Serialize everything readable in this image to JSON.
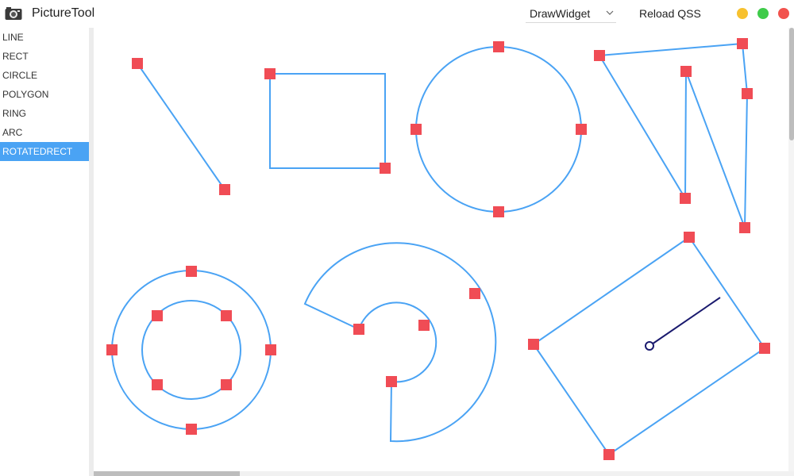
{
  "window": {
    "title": "PictureTool",
    "icon": "camera-icon",
    "controls": {
      "minimize_color": "#f7c12f",
      "maximize_color": "#3fcb4a",
      "close_color": "#f2524d"
    }
  },
  "toolbar": {
    "widget_select": {
      "value": "DrawWidget",
      "icon": "chevron-down-icon"
    },
    "reload_label": "Reload QSS"
  },
  "sidebar": {
    "items": [
      {
        "label": "LINE",
        "active": false
      },
      {
        "label": "RECT",
        "active": false
      },
      {
        "label": "CIRCLE",
        "active": false
      },
      {
        "label": "POLYGON",
        "active": false
      },
      {
        "label": "RING",
        "active": false
      },
      {
        "label": "ARC",
        "active": false
      },
      {
        "label": "ROTATEDRECT",
        "active": true
      }
    ],
    "active_color": "#4aa3f4"
  },
  "canvas": {
    "shapes": [
      "line",
      "rect",
      "circle",
      "polygon",
      "ring",
      "arc",
      "rotatedrect"
    ],
    "shape_color": "#4aa3f4",
    "handle_color": "#f04c55",
    "rotation_handle_color": "#1a1a6e"
  }
}
